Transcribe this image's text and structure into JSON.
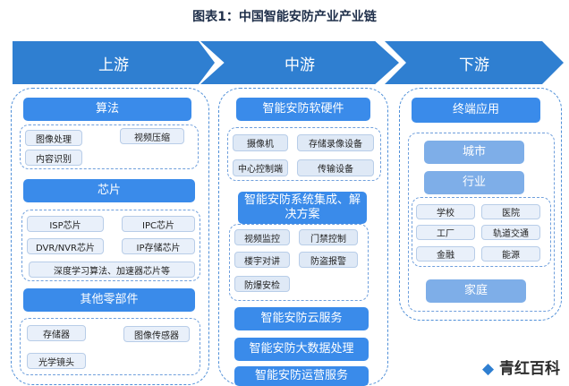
{
  "title": "图表1：中国智能安防产业产业链",
  "stages": [
    "上游",
    "中游",
    "下游"
  ],
  "upstream": {
    "algorithm": {
      "header": "算法",
      "items": [
        "图像处理",
        "视频压缩",
        "内容识别"
      ]
    },
    "chips": {
      "header": "芯片",
      "items": [
        "ISP芯片",
        "IPC芯片",
        "DVR/NVR芯片",
        "IP存储芯片",
        "深度学习算法、加速器芯片等"
      ]
    },
    "parts": {
      "header": "其他零部件",
      "items": [
        "存储器",
        "图像传感器",
        "光学镜头"
      ]
    }
  },
  "midstream": {
    "hardware": {
      "header": "智能安防软硬件",
      "items": [
        "摄像机",
        "存储录像设备",
        "中心控制端",
        "传输设备"
      ]
    },
    "integration": {
      "header": "智能安防系统集成、解决方案",
      "items": [
        "视频监控",
        "门禁控制",
        "楼宇对讲",
        "防盗报警",
        "防爆安检"
      ]
    },
    "cloud": "智能安防云服务",
    "bigdata": "智能安防大数据处理",
    "operations": "智能安防运营服务"
  },
  "downstream": {
    "header": "终端应用",
    "city": "城市",
    "industry": {
      "header": "行业",
      "items": [
        "学校",
        "医院",
        "工厂",
        "轨道交通",
        "金融",
        "能源"
      ]
    },
    "home": "家庭"
  },
  "logo": "青红百科",
  "colors": {
    "primary": "#2f7fd1",
    "bar": "#3a8bea",
    "light": "#7eaee8",
    "border": "#4f8fd8"
  }
}
